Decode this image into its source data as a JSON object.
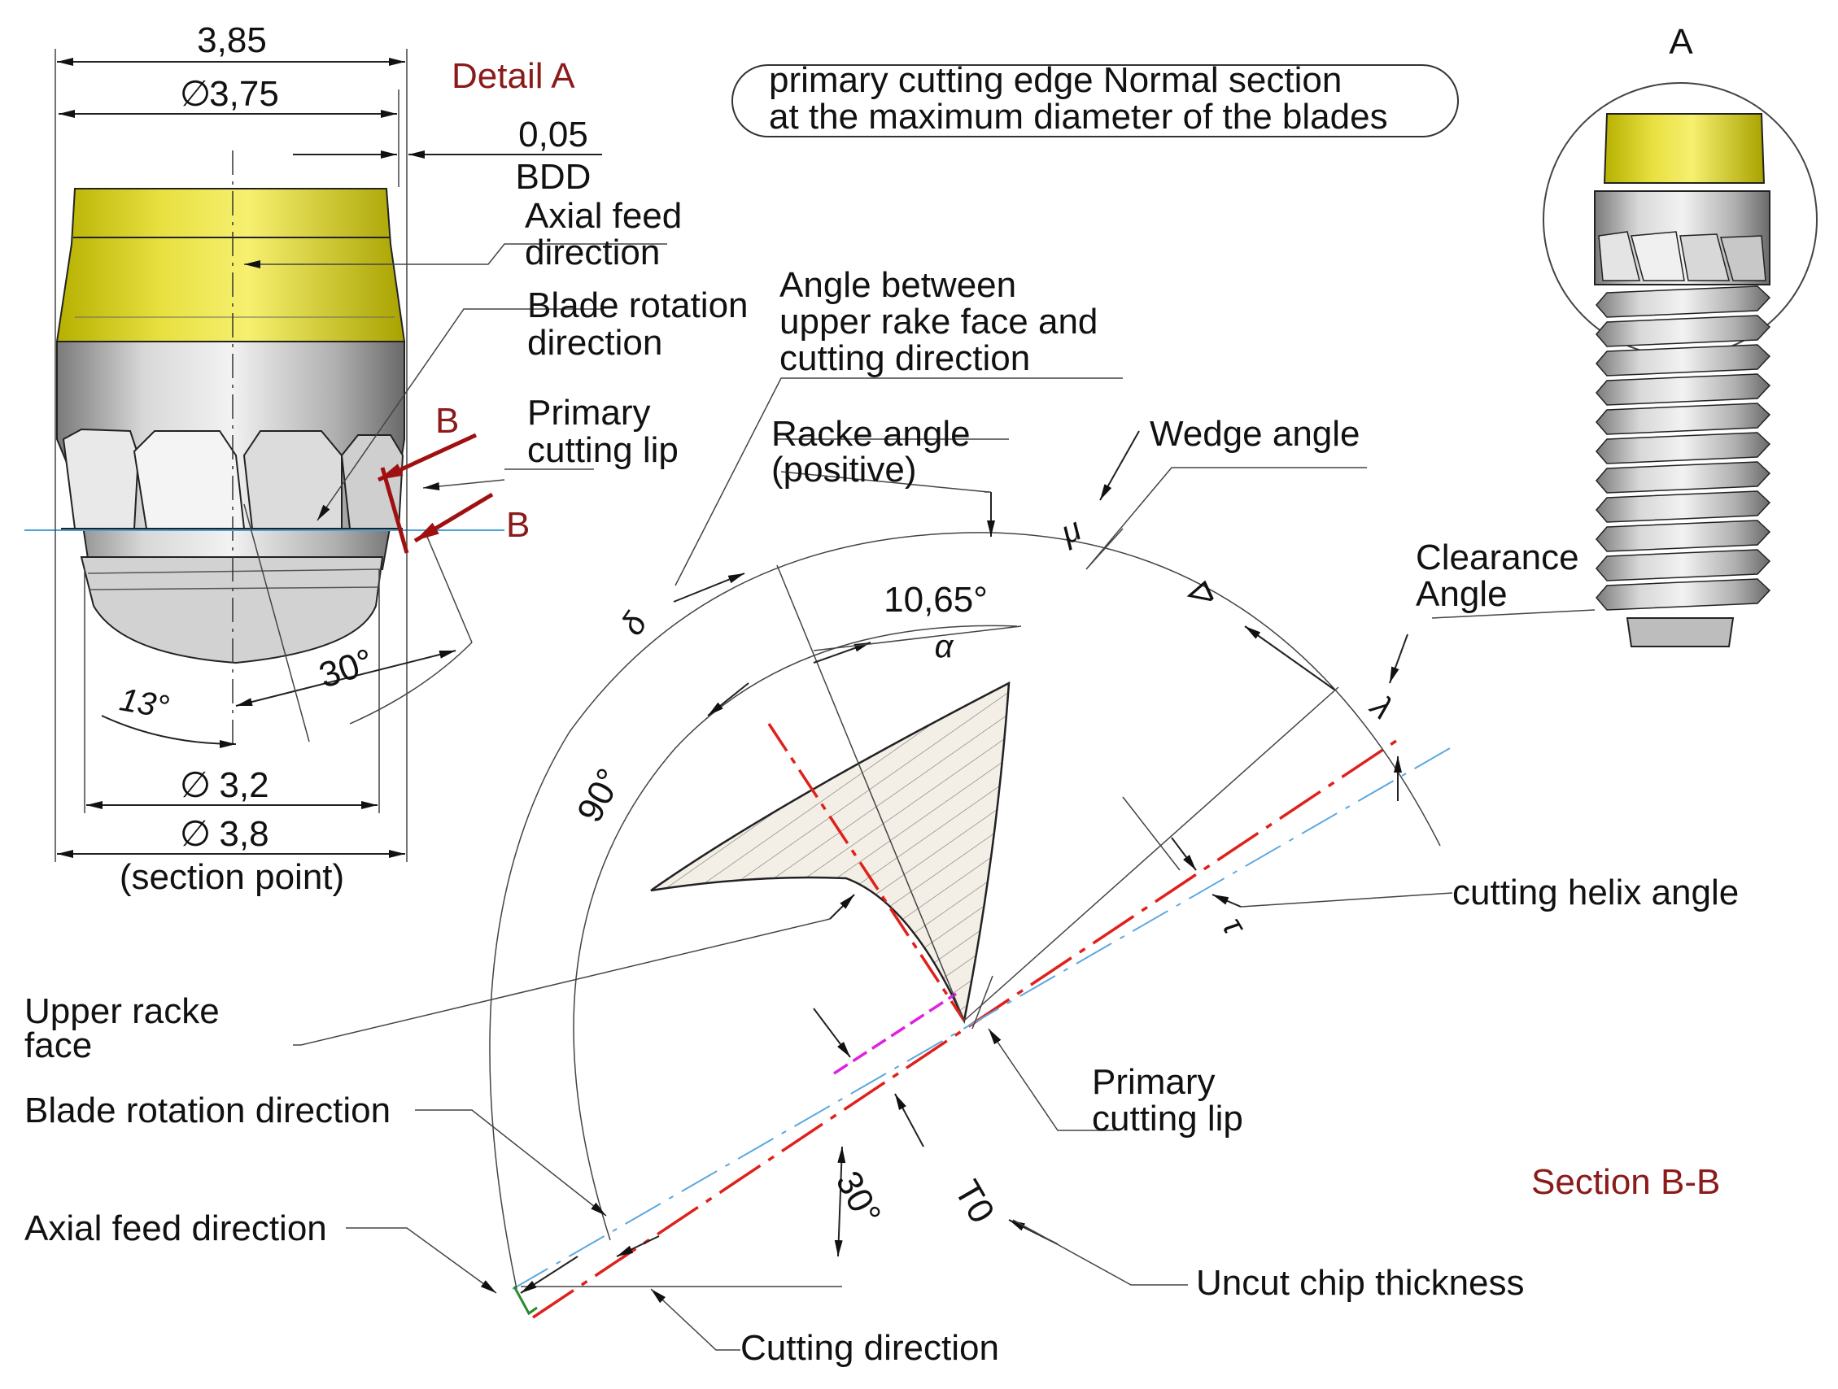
{
  "detail": {
    "title": "Detail A",
    "dims": {
      "d385": "3,85",
      "d375": "3,75",
      "d005": "0,05",
      "d32": "3,2",
      "d38": "3,8",
      "section_point": "(section point)",
      "bdd": "BDD",
      "angle30": "30°",
      "angle13": "13°",
      "diameter_symbol": "∅"
    },
    "labels": {
      "axial_feed_l1": "Axial feed",
      "axial_feed_l2": "direction",
      "blade_rot_l1": "Blade rotation",
      "blade_rot_l2": "direction",
      "primary_lip_l1": "Primary",
      "primary_lip_l2": "cutting lip",
      "section_mark": "B"
    }
  },
  "note": {
    "line1": "primary cutting edge Normal section",
    "line2": "at the maximum diameter of the blades"
  },
  "overview": {
    "title": "A"
  },
  "section": {
    "title": "Section B-B",
    "angle_between_l1": "Angle between",
    "angle_between_l2": "upper rake face and",
    "angle_between_l3": "cutting direction",
    "rake_l1": "Racke angle",
    "rake_l2": "(positive)",
    "wedge": "Wedge angle",
    "clearance_l1": "Clearance",
    "clearance_l2": "Angle",
    "helix": "cutting helix angle",
    "upper_face_l1": "Upper racke",
    "upper_face_l2": "face",
    "blade_rot": "Blade rotation direction",
    "axial_feed": "Axial feed direction",
    "primary_lip_l1": "Primary",
    "primary_lip_l2": "cutting lip",
    "uncut": "Uncut chip thickness",
    "cutting_dir": "Cutting direction",
    "angle_1065": "10,65°",
    "angle_90": "90°",
    "angle_30": "30°",
    "sym_delta": "δ",
    "sym_alpha": "α",
    "sym_mu": "μ",
    "sym_beta": "ᐅ",
    "sym_lambda": "λ",
    "sym_tau": "τ",
    "sym_t0": "T0"
  }
}
